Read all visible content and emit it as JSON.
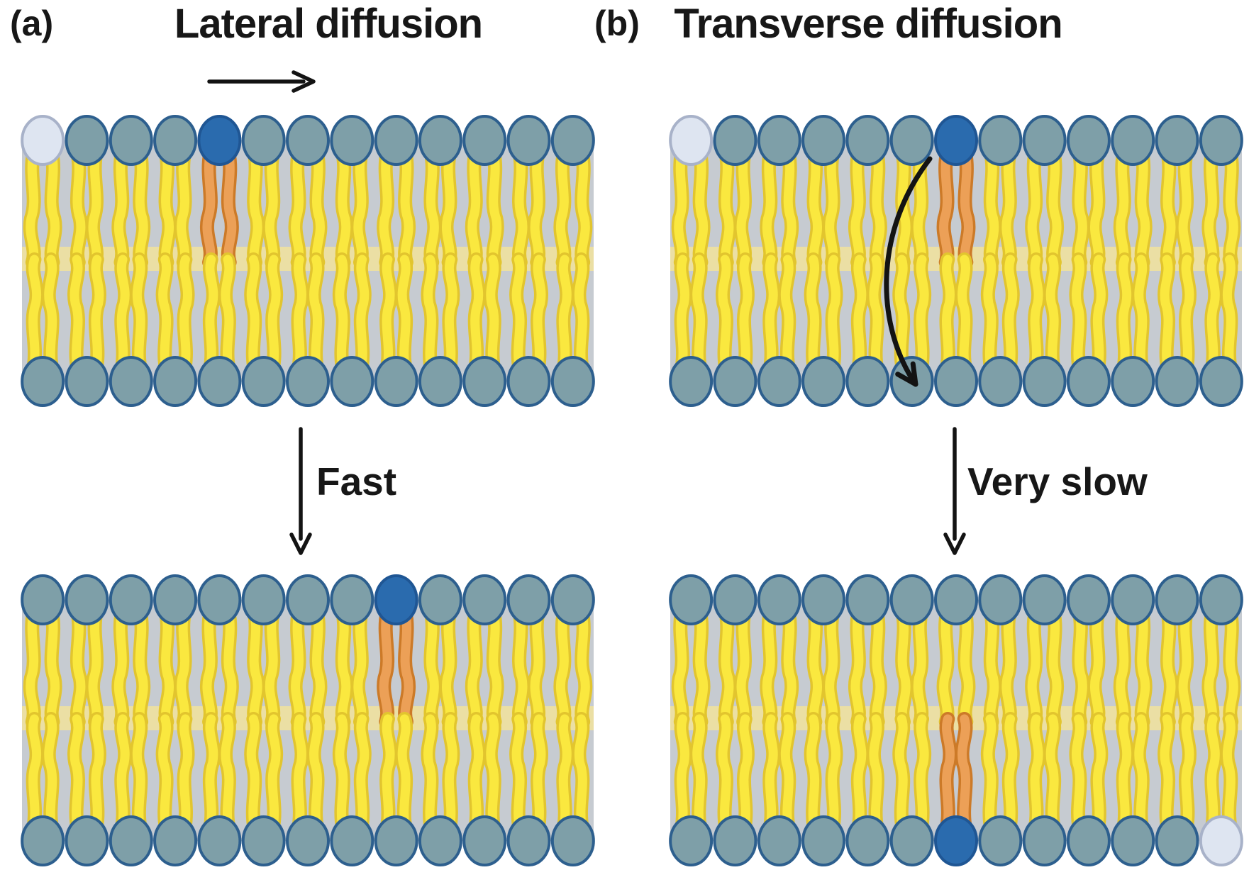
{
  "figure_type": "lipid-bilayer-diffusion-diagram",
  "panels": [
    {
      "tag": "(a)",
      "title": "Lateral diffusion",
      "rate_label": "Fast",
      "direction_arrow": "right",
      "membranes": [
        {
          "id": "a-before",
          "top_row": {
            "count": 13,
            "pale": [
              0
            ],
            "dark": [
              4
            ],
            "orange_tails": [
              4
            ]
          },
          "bottom_row": {
            "count": 13,
            "pale": [],
            "dark": [],
            "orange_tails": []
          },
          "flip_arrow": false
        },
        {
          "id": "a-after",
          "top_row": {
            "count": 13,
            "pale": [],
            "dark": [
              8
            ],
            "orange_tails": [
              8
            ]
          },
          "bottom_row": {
            "count": 13,
            "pale": [],
            "dark": [],
            "orange_tails": []
          },
          "flip_arrow": false
        }
      ]
    },
    {
      "tag": "(b)",
      "title": "Transverse diffusion",
      "rate_label": "Very slow",
      "direction_arrow": "none",
      "membranes": [
        {
          "id": "b-before",
          "top_row": {
            "count": 13,
            "pale": [
              0
            ],
            "dark": [
              6
            ],
            "orange_tails": [
              6
            ]
          },
          "bottom_row": {
            "count": 13,
            "pale": [],
            "dark": [],
            "orange_tails": []
          },
          "flip_arrow": true
        },
        {
          "id": "b-after",
          "top_row": {
            "count": 13,
            "pale": [],
            "dark": [],
            "orange_tails": []
          },
          "bottom_row": {
            "count": 13,
            "pale": [
              12
            ],
            "dark": [
              6
            ],
            "orange_tails": [
              6
            ]
          },
          "flip_arrow": false
        }
      ]
    }
  ],
  "colors": {
    "head_fill": "#7E9FA8",
    "head_outline": "#2D5F8E",
    "dark_head_fill": "#2A6BAE",
    "dark_head_outline": "#1F5694",
    "pale_head_fill": "#DEE5F1",
    "pale_head_outline": "#A8B2C9",
    "tail_fill": "#FAE83F",
    "tail_outline": "#E2C52E",
    "orange_tail_fill": "#ECA057",
    "orange_tail_outline": "#CC7A28",
    "membrane_interior": "#C6CBD1",
    "midline_band": "#EBDFA4",
    "arrow": "#131313",
    "text": "#171717"
  }
}
